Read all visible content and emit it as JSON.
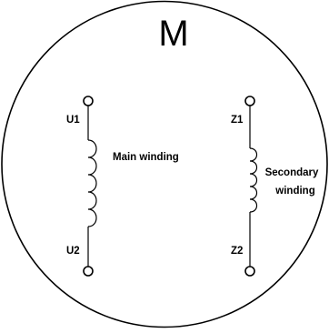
{
  "title": "M",
  "colors": {
    "stroke": "#000000",
    "background": "#ffffff"
  },
  "main_winding": {
    "label": "Main winding",
    "top_terminal": "U1",
    "bottom_terminal": "U2"
  },
  "secondary_winding": {
    "label_line1": "Secondary",
    "label_line2": "winding",
    "top_terminal": "Z1",
    "bottom_terminal": "Z2"
  }
}
